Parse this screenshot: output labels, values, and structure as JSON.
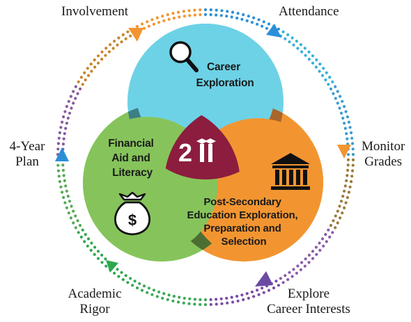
{
  "diagram": {
    "center_badge": "2",
    "circles": {
      "career": {
        "lines": [
          "Career",
          "Exploration"
        ],
        "color": "#6dd2e6",
        "icon": "magnifier-icon"
      },
      "financial": {
        "lines": [
          "Financial",
          "Aid and",
          "Literacy"
        ],
        "color": "#86c45b",
        "icon": "money-bag-icon"
      },
      "postsecondary": {
        "lines": [
          "Post-Secondary",
          "Education Exploration,",
          "Preparation and",
          "Selection"
        ],
        "color": "#f29531",
        "icon": "institution-building-icon"
      }
    },
    "center_color": "#8c1d3e",
    "ring_items": [
      {
        "lines": [
          "Involvement"
        ]
      },
      {
        "lines": [
          "Attendance"
        ]
      },
      {
        "lines": [
          "Monitor",
          "Grades"
        ]
      },
      {
        "lines": [
          "Explore",
          "Career Interests"
        ]
      },
      {
        "lines": [
          "Academic",
          "Rigor"
        ]
      },
      {
        "lines": [
          "4-Year",
          "Plan"
        ]
      }
    ],
    "ring_arrows": [
      {
        "color": "#f29531",
        "icon": "arrow-down-icon"
      },
      {
        "color": "#2b8fd8",
        "icon": "arrow-up-icon"
      },
      {
        "color": "#f29531",
        "icon": "arrow-down-icon"
      },
      {
        "color": "#6b4aa3",
        "icon": "arrow-up-icon"
      },
      {
        "color": "#2ea84d",
        "icon": "arrow-down-icon"
      },
      {
        "color": "#2b8fd8",
        "icon": "arrow-up-icon"
      }
    ],
    "ring_colors": [
      "#2b8fd8",
      "#35b0d8",
      "#3b9bd0",
      "#9a7a3a",
      "#8a5aa8",
      "#7a4aa8",
      "#3aa858",
      "#2ea84d",
      "#58a854",
      "#8a5a9c",
      "#c5852a",
      "#f29531"
    ]
  }
}
